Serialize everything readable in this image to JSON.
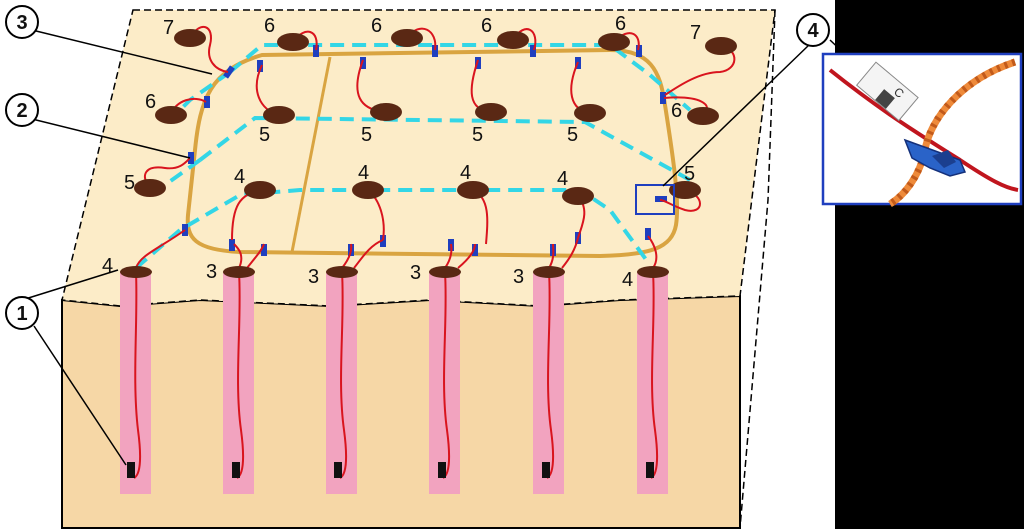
{
  "callouts": [
    "1",
    "2",
    "3",
    "4"
  ],
  "colors": {
    "surface": "#fcecc8",
    "soil": "#f6d7a6",
    "loop_wire": "#d9a441",
    "trunk_cable": "#33d6e6",
    "lead_wire": "#d9141e",
    "electrode": "#5a2814",
    "borehole": "#f2a3bf",
    "connector": "#1f3fbf"
  },
  "top_row_labels": [
    "7",
    "6",
    "6",
    "6",
    "6",
    "7"
  ],
  "row6_side_labels": [
    "6",
    "6"
  ],
  "row5_labels": [
    "5",
    "5",
    "5",
    "5",
    "5",
    "5"
  ],
  "row4_labels": [
    "4",
    "4",
    "4",
    "4"
  ],
  "row3_labels": [
    "4",
    "3",
    "3",
    "3",
    "3",
    "4"
  ],
  "inset": {
    "label_text": "C",
    "icons": [
      "cable-connector-photo"
    ]
  }
}
